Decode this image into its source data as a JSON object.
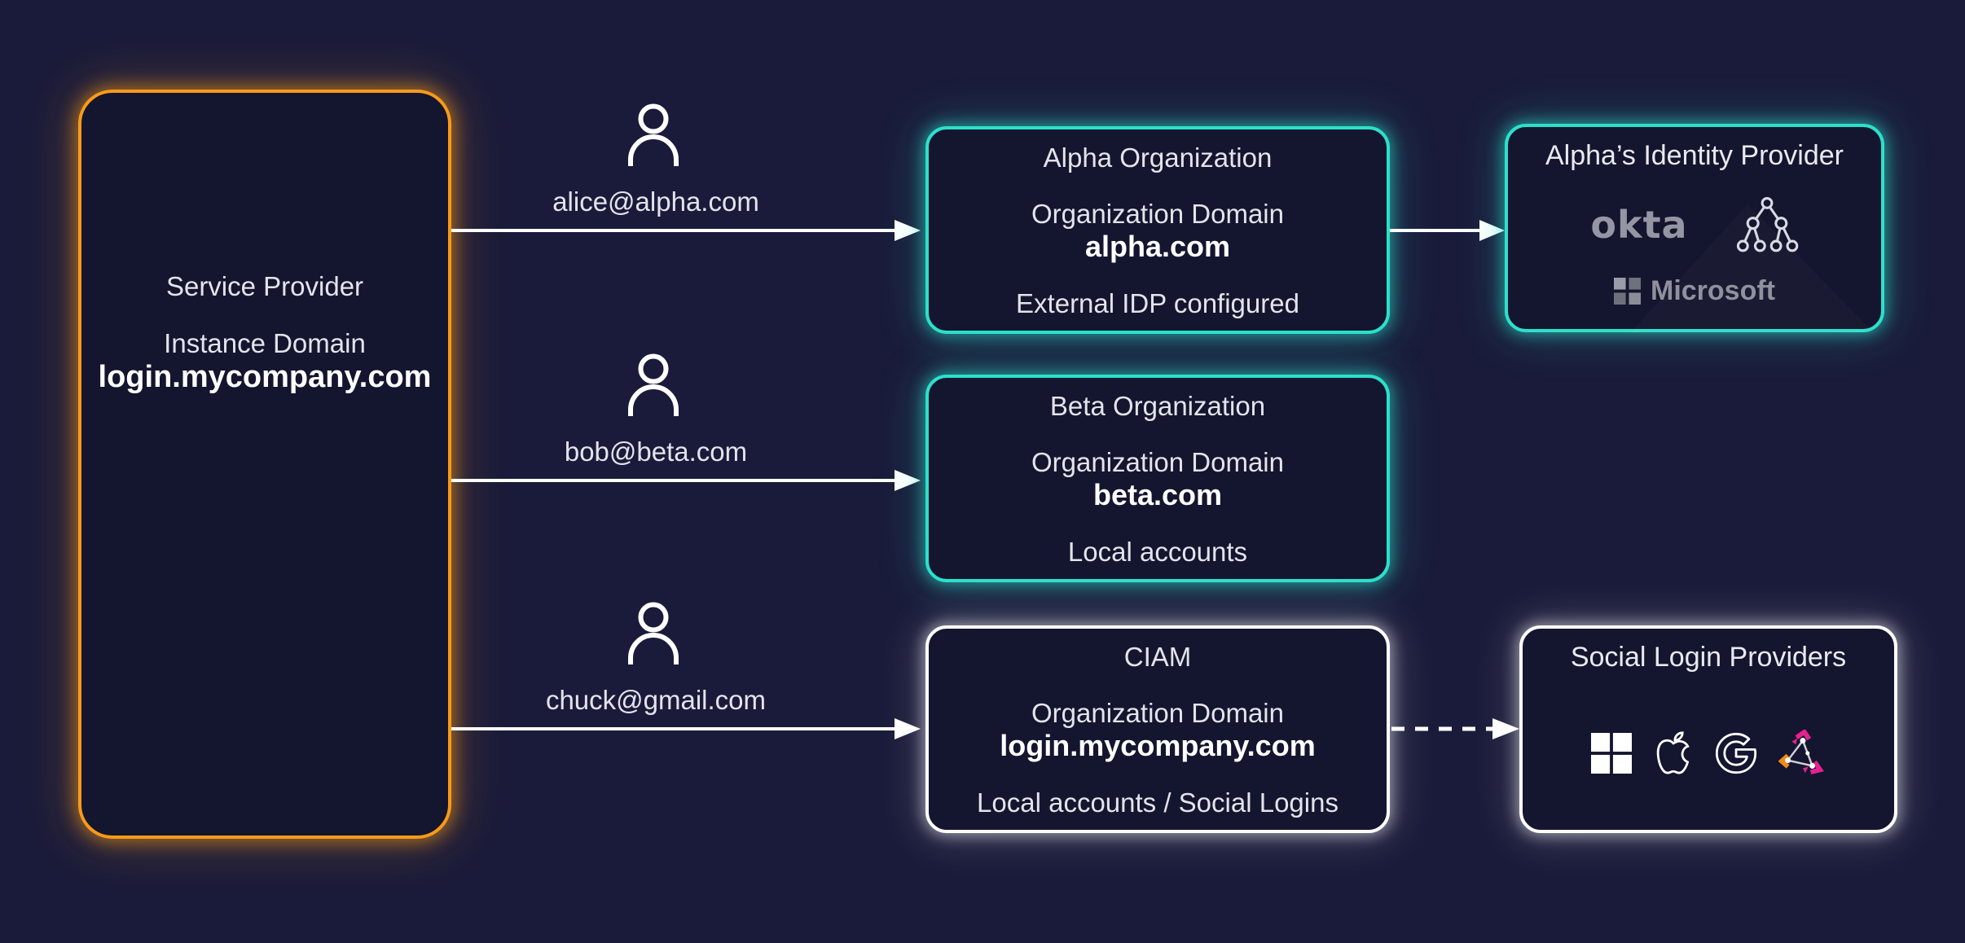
{
  "colors": {
    "background": "#1a1b3a",
    "box_fill": "#14152e",
    "accent_orange": "#f99a18",
    "accent_teal": "#2ce0cb",
    "accent_white": "#ffffff",
    "text_regular": "#e3e4eb",
    "text_bold": "#ffffff",
    "logo_gray": "#9496a4",
    "provider_magenta": "#e6218f",
    "provider_orange": "#f08b18"
  },
  "service_provider": {
    "title": "Service Provider",
    "domain_label": "Instance Domain",
    "domain": "login.mycompany.com"
  },
  "users": [
    {
      "email": "alice@alpha.com"
    },
    {
      "email": "bob@beta.com"
    },
    {
      "email": "chuck@gmail.com"
    }
  ],
  "organizations": [
    {
      "title": "Alpha Organization",
      "domain_label": "Organization Domain",
      "domain": "alpha.com",
      "note": "External IDP configured"
    },
    {
      "title": "Beta Organization",
      "domain_label": "Organization Domain",
      "domain": "beta.com",
      "note": "Local accounts"
    },
    {
      "title": "CIAM",
      "domain_label": "Organization Domain",
      "domain": "login.mycompany.com",
      "note": "Local accounts / Social Logins"
    }
  ],
  "identity_provider": {
    "title": "Alpha’s Identity Provider",
    "okta_label": "okta",
    "microsoft_label": "Microsoft"
  },
  "social_providers": {
    "title": "Social Login Providers"
  }
}
